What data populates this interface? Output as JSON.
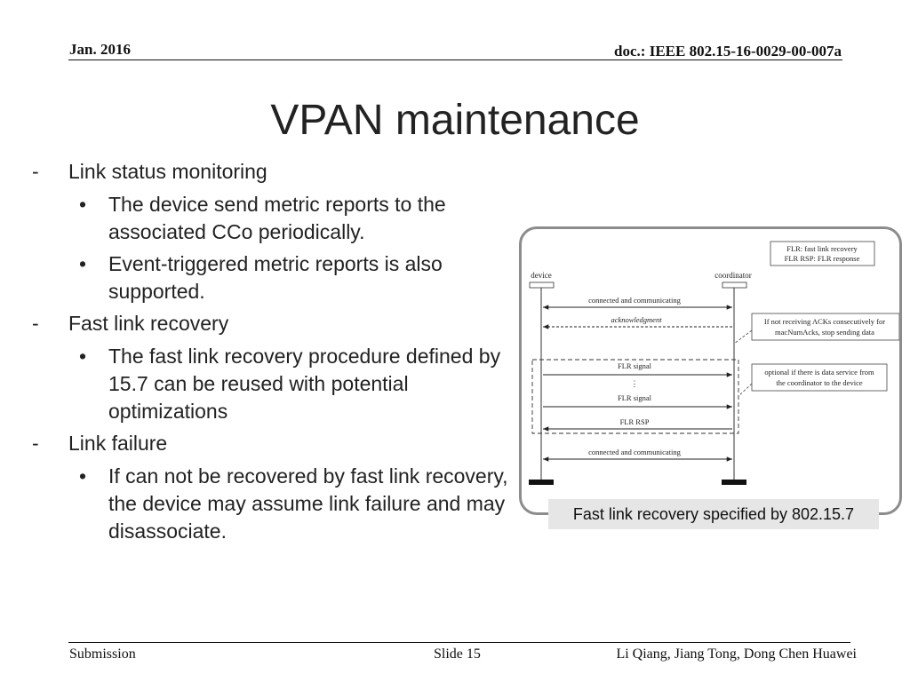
{
  "header": {
    "date": "Jan. 2016",
    "doc": "doc.: IEEE 802.15-16-0029-00-007a"
  },
  "slide": {
    "title": "VPAN maintenance",
    "bullets": [
      {
        "text": "Link status monitoring",
        "subs": [
          "The device send metric reports to the associated CCo periodically.",
          "Event-triggered metric reports is also supported."
        ]
      },
      {
        "text": "Fast link recovery",
        "subs": [
          "The fast link recovery procedure defined by 15.7 can be reused with potential optimizations"
        ]
      },
      {
        "text": "Link failure",
        "subs": [
          "If can not be recovered by fast link recovery, the device may assume link failure and may disassociate."
        ]
      }
    ]
  },
  "figure": {
    "legend_line1": "FLR: fast link recovery",
    "legend_line2": "FLR RSP: FLR response",
    "device_label": "device",
    "coordinator_label": "coordinator",
    "msg_connected_1": "connected and communicating",
    "msg_ack": "acknowledgment",
    "note_ack_line1": "If not receiving ACKs consecutively for",
    "note_ack_line2": "macNumAcks, stop sending data",
    "msg_flr_signal_1": "FLR signal",
    "ellipsis": "⋮",
    "msg_flr_signal_2": "FLR signal",
    "note_optional_line1": "optional if there is data service from",
    "note_optional_line2": "the coordinator to the device",
    "msg_flr_rsp": "FLR RSP",
    "msg_connected_2": "connected and communicating",
    "caption": "Fast link recovery specified by 802.15.7"
  },
  "footer": {
    "left": "Submission",
    "center": "Slide 15",
    "right": "Li Qiang, Jiang Tong, Dong Chen Huawei"
  }
}
